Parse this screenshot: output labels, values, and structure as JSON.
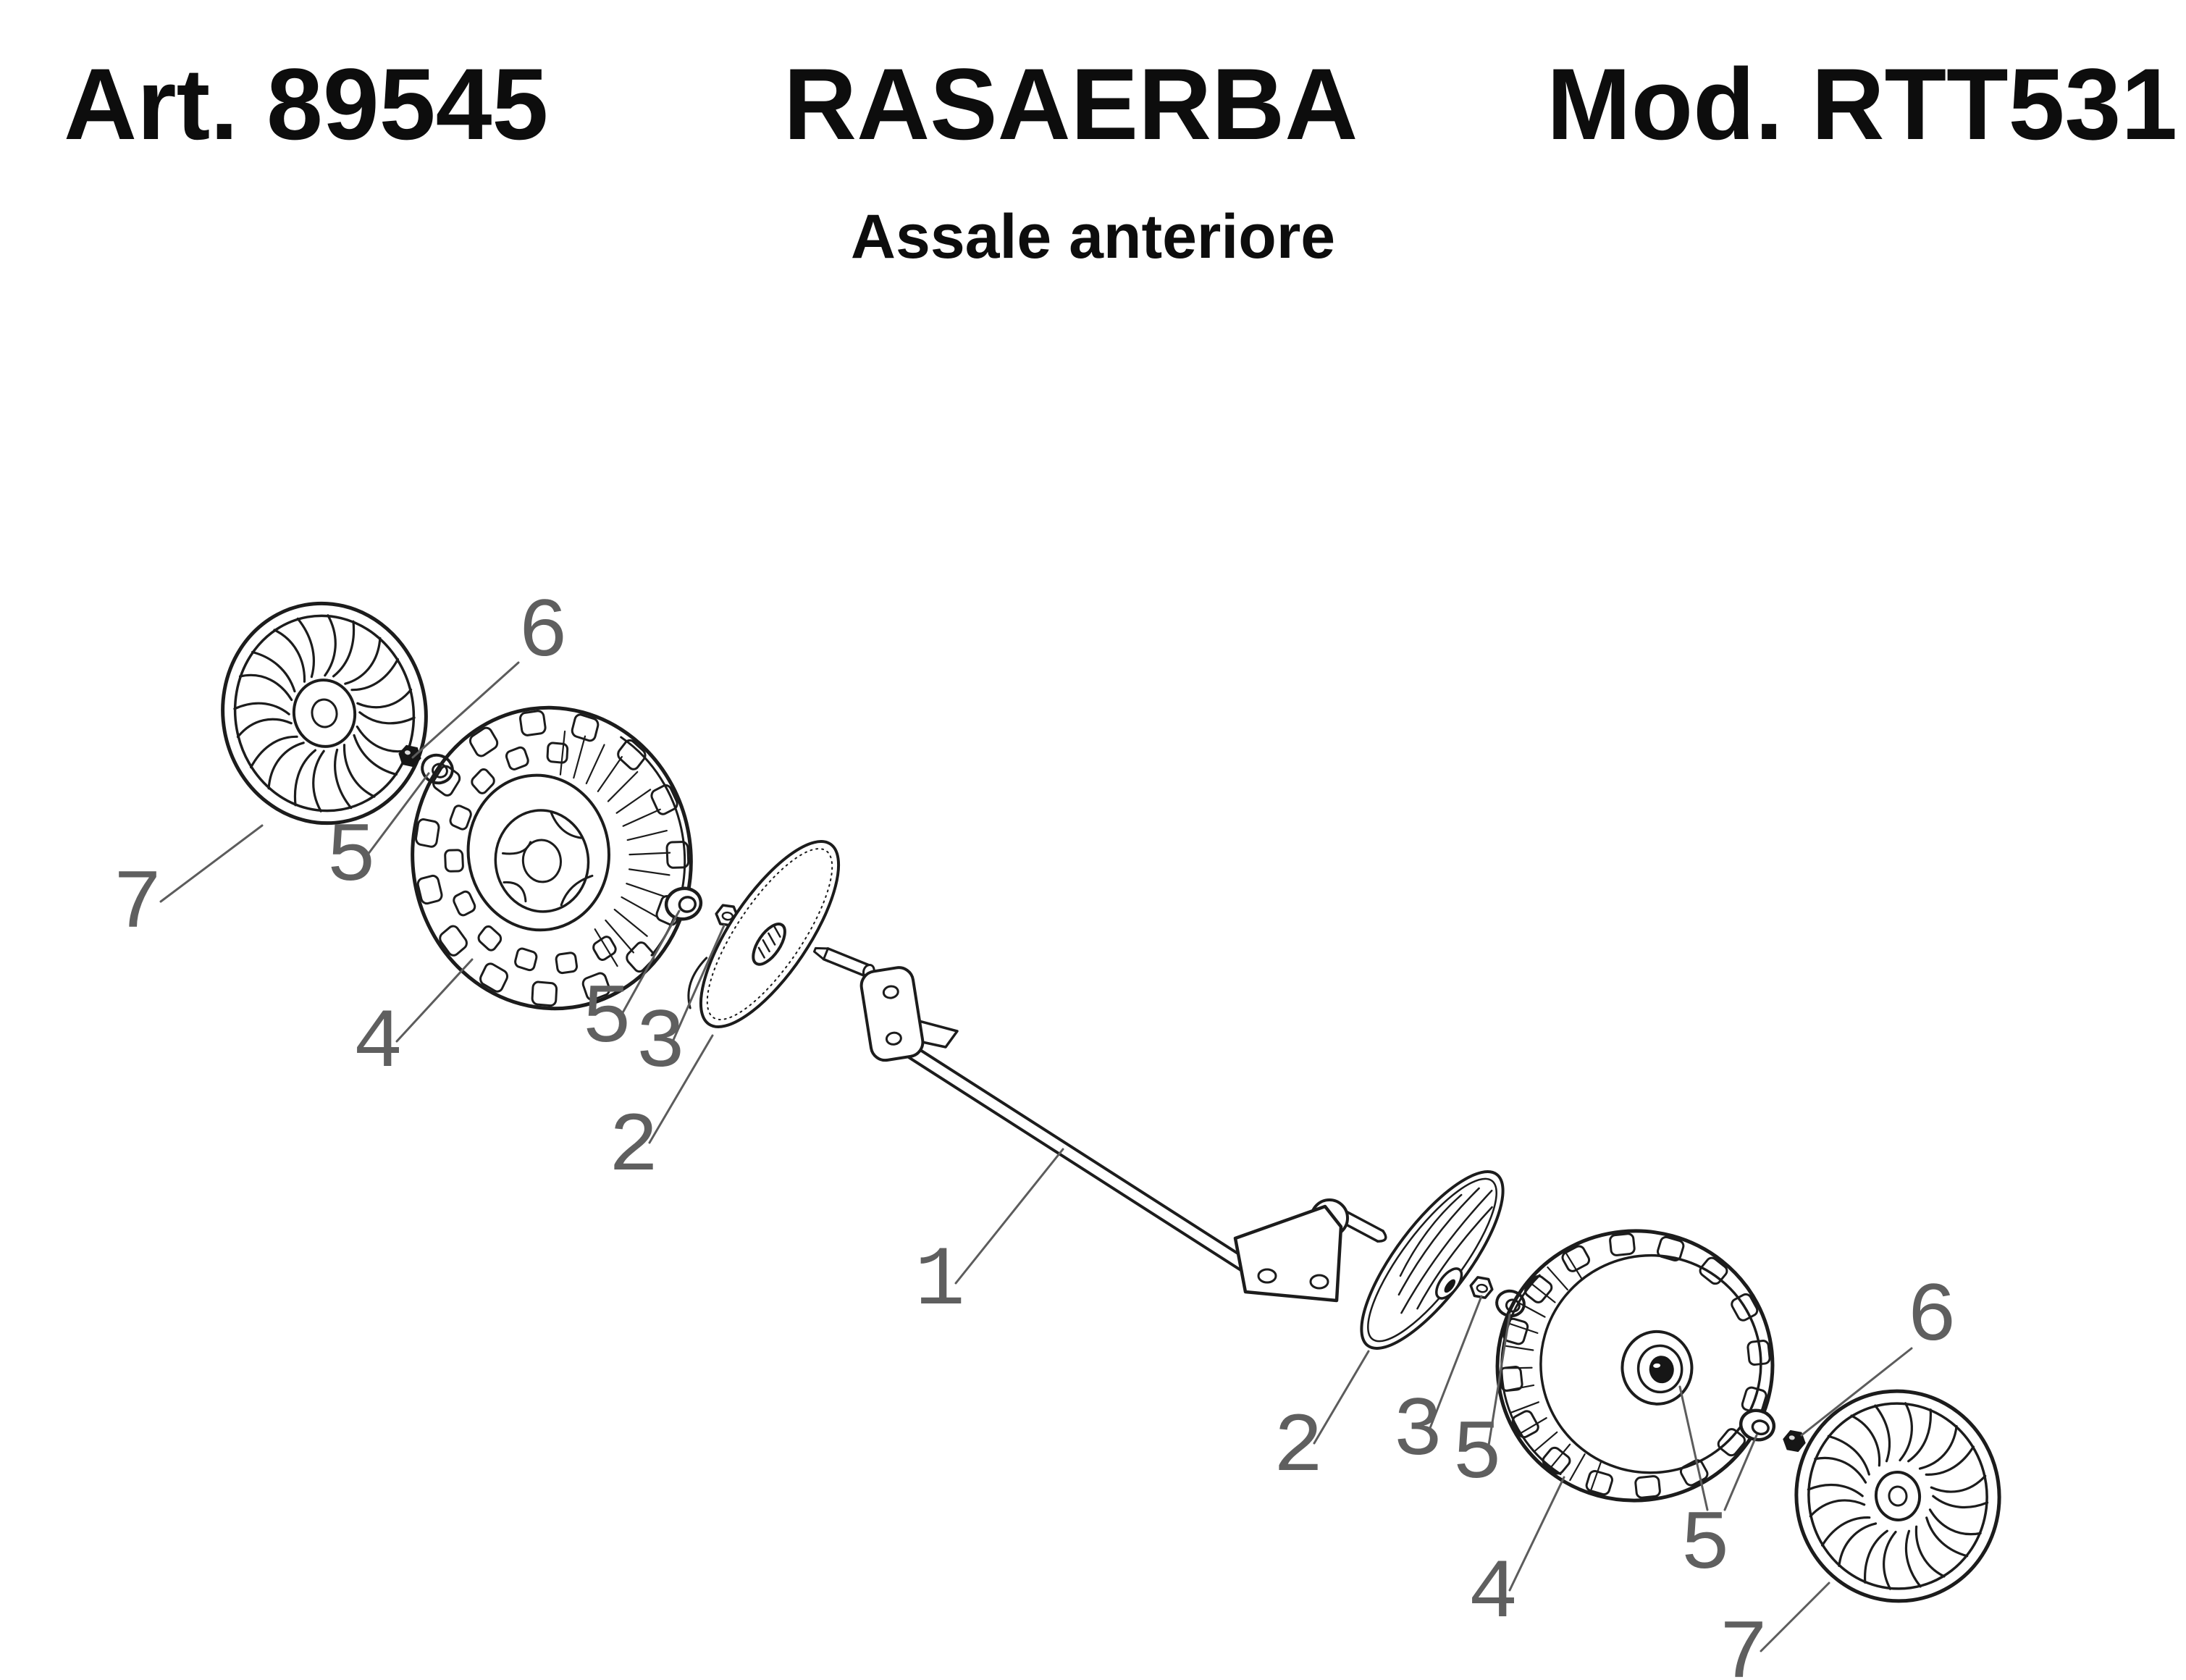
{
  "header": {
    "article": "Art. 89545",
    "product": "RASAERBA",
    "model": "Mod. RTT531",
    "subtitle": "Assale anteriore"
  },
  "diagram": {
    "type": "exploded-parts-drawing",
    "colors": {
      "ink": "#1c1c1c",
      "annotation": "#5c5c5c"
    },
    "callouts": [
      {
        "label": "6"
      },
      {
        "label": "7"
      },
      {
        "label": "5"
      },
      {
        "label": "4"
      },
      {
        "label": "5"
      },
      {
        "label": "3"
      },
      {
        "label": "2"
      },
      {
        "label": "1"
      },
      {
        "label": "2"
      },
      {
        "label": "3"
      },
      {
        "label": "5"
      },
      {
        "label": "4"
      },
      {
        "label": "5"
      },
      {
        "label": "6"
      },
      {
        "label": "7"
      }
    ]
  }
}
